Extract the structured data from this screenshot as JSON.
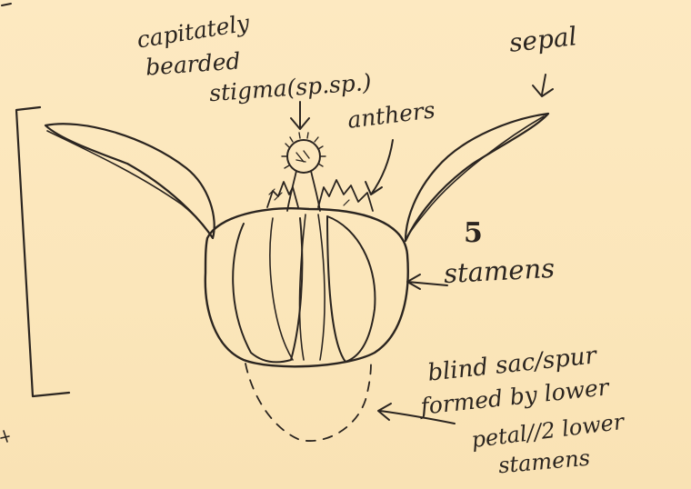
{
  "labels": {
    "capitately": "capitately",
    "bearded": "bearded",
    "stigma": "stigma(sp.sp.)",
    "anthers": "anthers",
    "sepal": "sepal",
    "stamens_count": "5",
    "stamens": "stamens",
    "blind_sac_1": "blind sac/spur",
    "blind_sac_2": "formed by lower",
    "blind_sac_3": "petal//2 lower",
    "blind_sac_4": "stamens"
  },
  "colors": {
    "paper": "#fbe7bd",
    "ink": "#2b2520"
  }
}
